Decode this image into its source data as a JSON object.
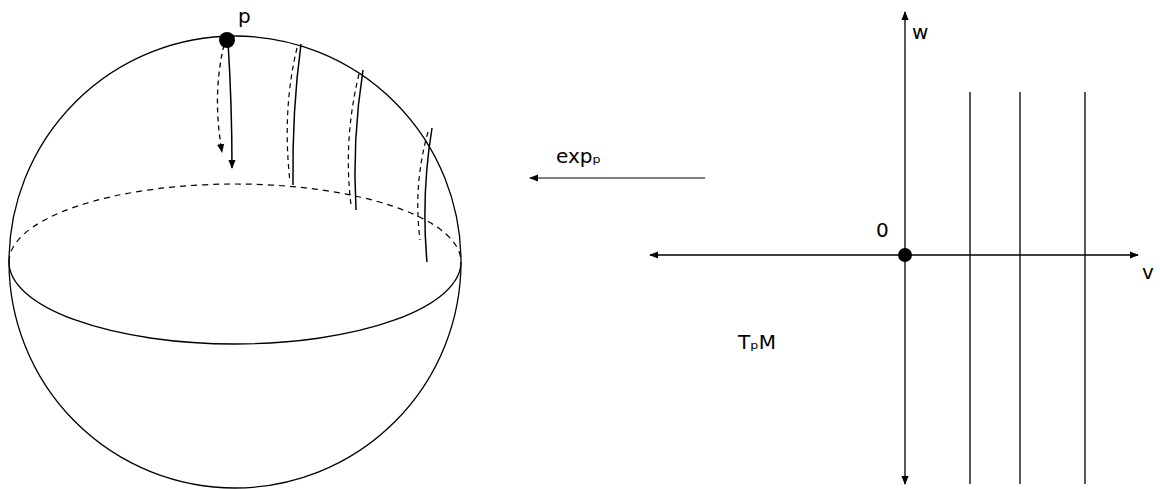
{
  "diagram": {
    "labels": [
      "p",
      "expₚ",
      "w",
      "0",
      "v",
      "TₚM"
    ]
  }
}
